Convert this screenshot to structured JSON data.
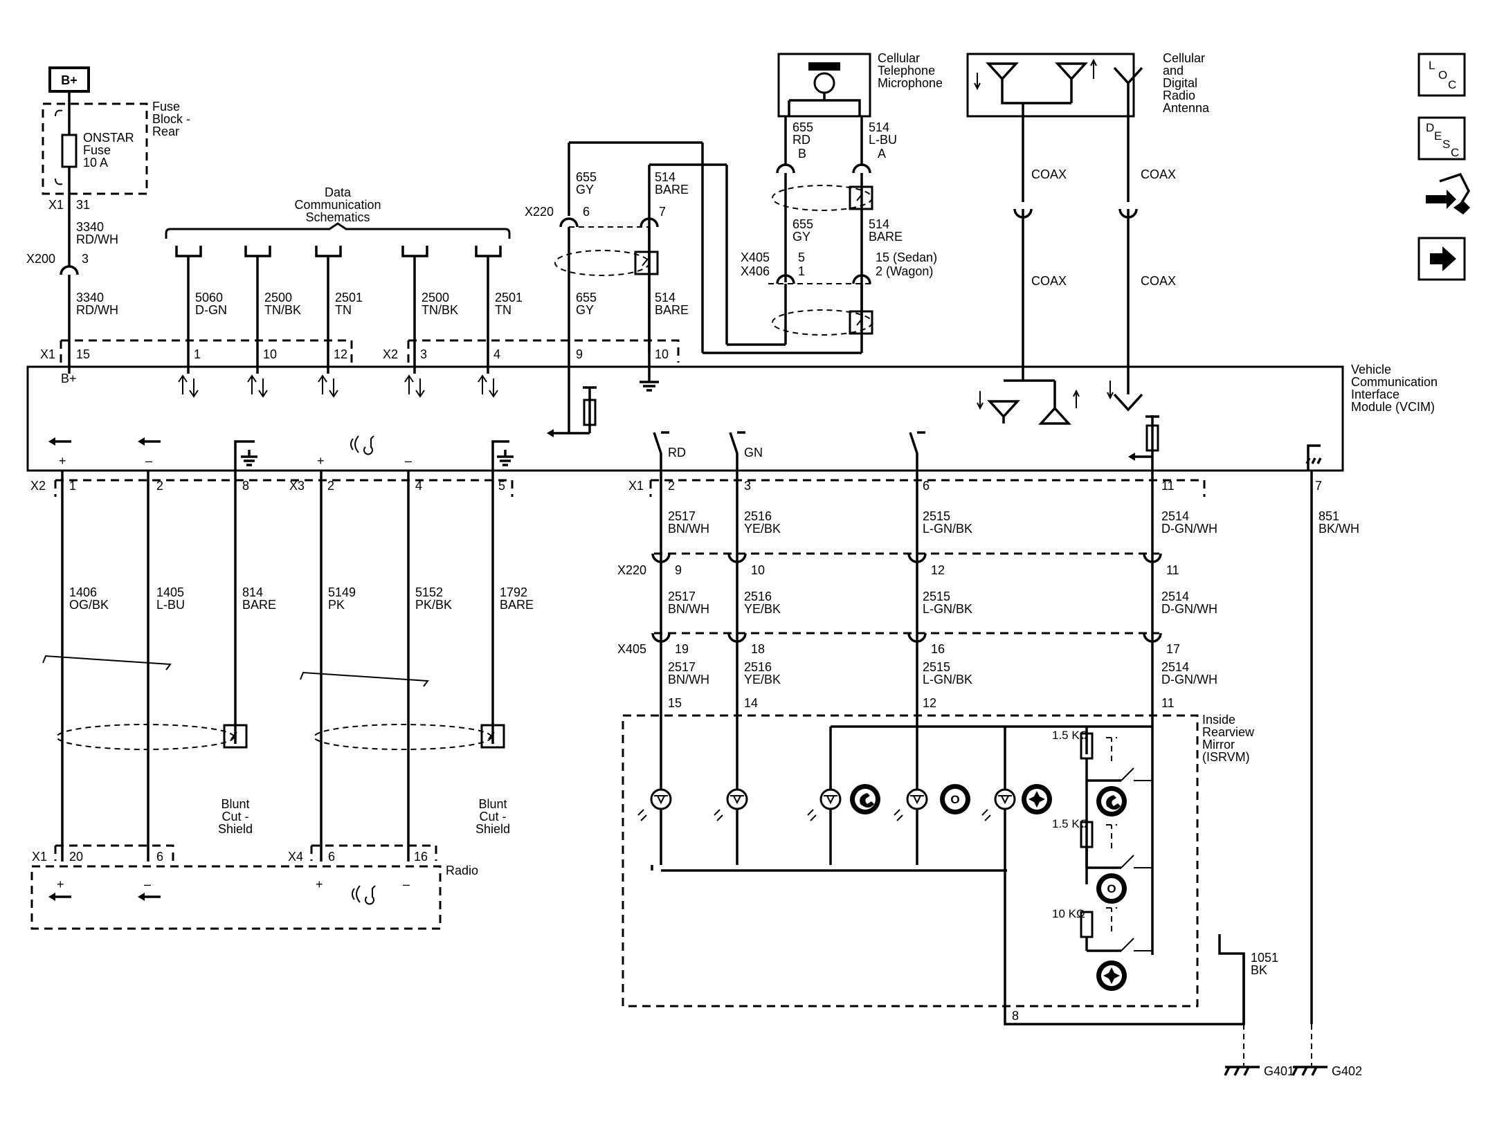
{
  "power": {
    "label": "B+"
  },
  "fuse_block": {
    "title": [
      "Fuse",
      "Block -",
      "Rear"
    ],
    "fuse": [
      "ONSTAR",
      "Fuse",
      "10 A"
    ]
  },
  "antenna": {
    "title": [
      "Cellular",
      "and",
      "Digital",
      "Radio",
      "Antenna"
    ]
  },
  "microphone": {
    "title": [
      "Cellular",
      "Telephone",
      "Microphone"
    ]
  },
  "data_comm": {
    "title": [
      "Data",
      "Communication",
      "Schematics"
    ]
  },
  "vcim": {
    "title": [
      "Vehicle",
      "Communication",
      "Interface",
      "Module (VCIM)"
    ],
    "bplus": "B+"
  },
  "radio": {
    "title": "Radio"
  },
  "mirror": {
    "title": [
      "Inside",
      "Rearview",
      "Mirror",
      "(ISRVM)"
    ]
  },
  "resistors": [
    "1.5 KΩ",
    "1.5 KΩ",
    "10 KΩ"
  ],
  "shields": [
    [
      "Blunt",
      "Cut -",
      "Shield"
    ],
    [
      "Blunt",
      "Cut -",
      "Shield"
    ]
  ],
  "grounds": [
    "G401",
    "G402"
  ],
  "connectors": {
    "x1": "X1",
    "x2": "X2",
    "x3": "X3",
    "x4": "X4",
    "x200": "X200",
    "x220": "X220",
    "x405": "X405",
    "x406": "X406"
  },
  "pins": {
    "x1_31": "31",
    "x200_3": "3",
    "x1_15": "15",
    "x1_1": "1",
    "x1_10": "10",
    "x1_12": "12",
    "x2_3": "3",
    "x2_4": "4",
    "p9": "9",
    "p10": "10",
    "x220_6": "6",
    "x220_7": "7",
    "x405_5": "5",
    "x406_1": "1",
    "x405_15": "15 (Sedan)",
    "x406_2": "2  (Wagon)",
    "mic_b": "B",
    "mic_a": "A",
    "x2_1": "1",
    "x2_2": "2",
    "x2_8": "8",
    "x3_2": "2",
    "x3_4": "4",
    "x3_5": "5",
    "x1b_2": "2",
    "x1b_3": "3",
    "x1b_6": "6",
    "x1b_11": "11",
    "x1b_7": "7",
    "x220_9": "9",
    "x220_10": "10",
    "x220_12": "12",
    "x220_11": "11",
    "x405_19": "19",
    "x405_18": "18",
    "x405_16": "16",
    "x405_17": "17",
    "m15": "15",
    "m14": "14",
    "m12": "12",
    "m11": "11",
    "m8": "8",
    "r20": "20",
    "r6": "6",
    "r_x4_6": "6",
    "r16": "16"
  },
  "wires": {
    "w3340a": [
      "3340",
      "RD/WH"
    ],
    "w3340b": [
      "3340",
      "RD/WH"
    ],
    "w5060": [
      "5060",
      "D-GN"
    ],
    "w2500a": [
      "2500",
      "TN/BK"
    ],
    "w2501a": [
      "2501",
      "TN"
    ],
    "w2500b": [
      "2500",
      "TN/BK"
    ],
    "w2501b": [
      "2501",
      "TN"
    ],
    "w655a": [
      "655",
      "GY"
    ],
    "w514a": [
      "514",
      "BARE"
    ],
    "w655b": [
      "655",
      "GY"
    ],
    "w514b": [
      "514",
      "BARE"
    ],
    "w655c": [
      "655",
      "RD"
    ],
    "w514c": [
      "514",
      "L-BU"
    ],
    "w655d": [
      "655",
      "GY"
    ],
    "w514d": [
      "514",
      "BARE"
    ],
    "coax": [
      "COAX",
      "COAX",
      "COAX",
      "COAX"
    ],
    "w1406": [
      "1406",
      "OG/BK"
    ],
    "w1405": [
      "1405",
      "L-BU"
    ],
    "w814": [
      "814",
      "BARE"
    ],
    "w5149": [
      "5149",
      "PK"
    ],
    "w5152": [
      "5152",
      "PK/BK"
    ],
    "w1792": [
      "1792",
      "BARE"
    ],
    "w2517": [
      "2517",
      "BN/WH"
    ],
    "w2516": [
      "2516",
      "YE/BK"
    ],
    "w2515": [
      "2515",
      "L-GN/BK"
    ],
    "w2514": [
      "2514",
      "D-GN/WH"
    ],
    "w851": [
      "851",
      "BK/WH"
    ],
    "w1051": [
      "1051",
      "BK"
    ]
  },
  "vcim_labels": {
    "rd": "RD",
    "gn": "GN"
  },
  "nav_buttons": {
    "loc": [
      "L",
      "O",
      "C"
    ],
    "desc": [
      "D",
      "E",
      "S",
      "C"
    ]
  },
  "polarity": {
    "plus": "+",
    "minus": "–"
  }
}
